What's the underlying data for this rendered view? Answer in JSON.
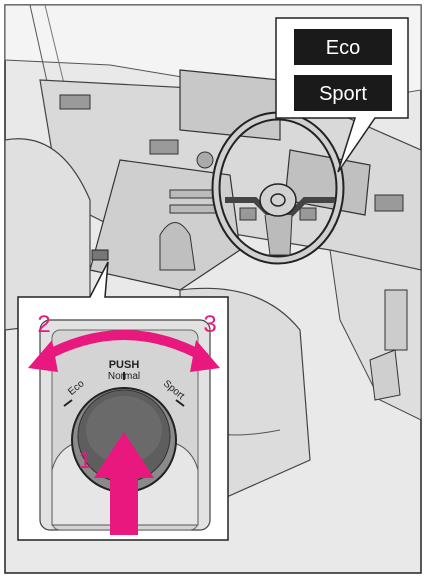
{
  "callout_display": {
    "modes": [
      "Eco",
      "Sport"
    ]
  },
  "inset_switch": {
    "push_text": "PUSH",
    "normal_text": "Normal",
    "eco_text": "Eco",
    "sport_text": "Sport",
    "step_press": "1",
    "step_left": "2",
    "step_right": "3"
  },
  "colors": {
    "arrow": "#e8187e",
    "badge_bg": "#1a1a1a",
    "badge_text": "#ffffff",
    "line": "#2b2b2b",
    "fill_light": "#d6d6d6",
    "fill_mid": "#bdbdbd",
    "fill_dark": "#555555"
  }
}
